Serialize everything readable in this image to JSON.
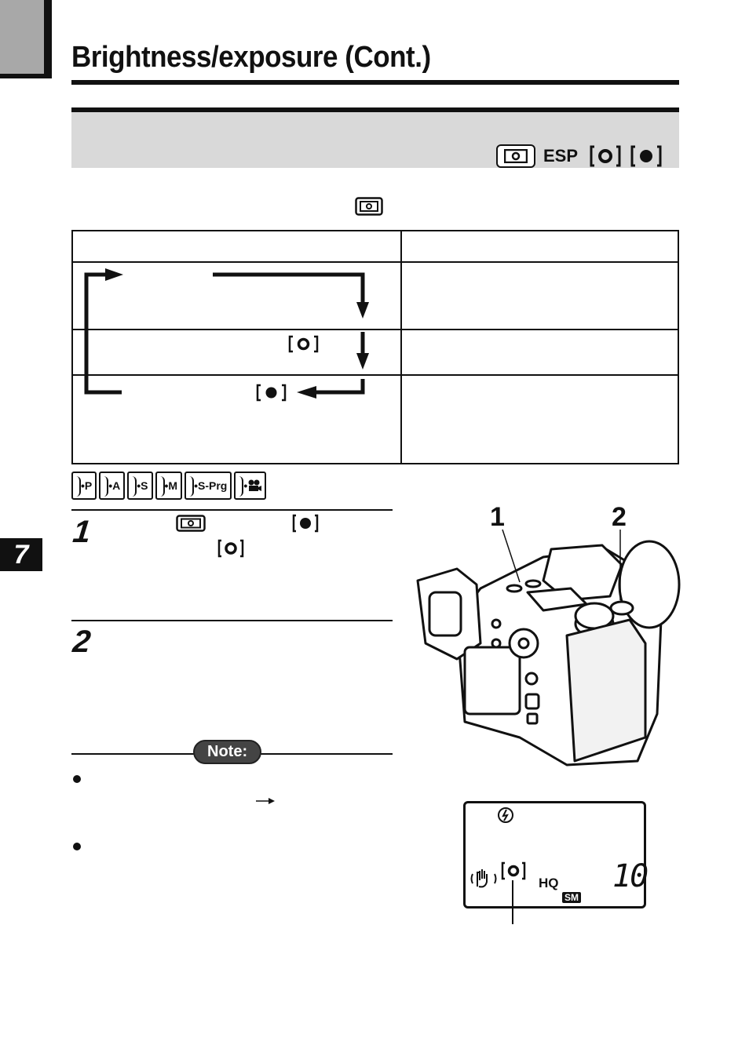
{
  "page": {
    "title": "Brightness/exposure (Cont.)",
    "chapter_number": "7"
  },
  "section": {
    "mode_icons": [
      "metering-icon",
      "ESP",
      "center-weighted-icon",
      "spot-icon"
    ],
    "esp_label": "ESP"
  },
  "modes": {
    "p": "•P",
    "a": "•A",
    "s": "•S",
    "m": "•M",
    "sprg": "•S-Prg",
    "movie": "•"
  },
  "steps": {
    "step1_number": "1",
    "step2_number": "2"
  },
  "note": {
    "label": "Note:"
  },
  "camera": {
    "callout_1": "1",
    "callout_2": "2"
  },
  "lcd": {
    "quality": "HQ",
    "size": "SM",
    "count": "10"
  }
}
